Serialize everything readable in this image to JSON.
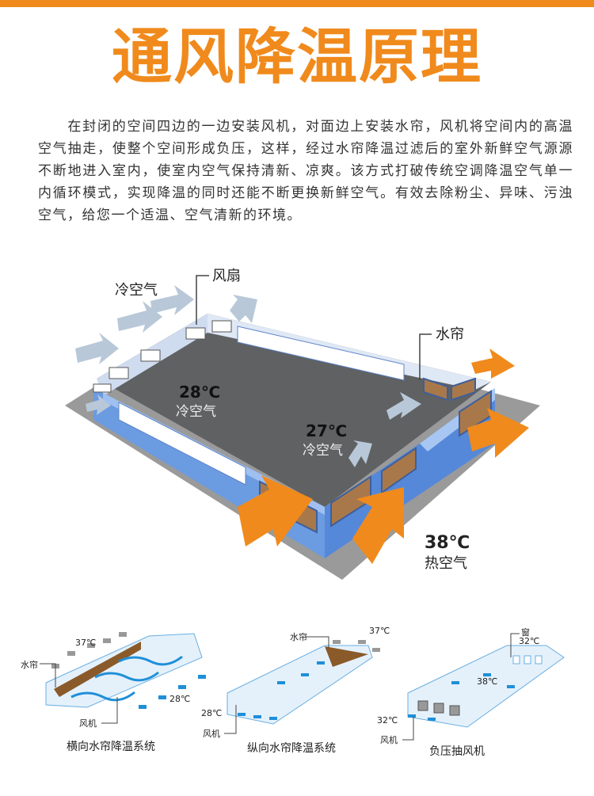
{
  "title": "通风降温原理",
  "description": "在封闭的空间四边的一边安装风机，对面边上安装水帘，风机将空间内的高温空气抽走，使整个空间形成负压，这样，经过水帘降温过滤后的室外新鲜空气源源不断地进入室内，使室内空气保持清新、凉爽。该方式打破传统空调降温空气单一内循环模式，实现降温的同时还能不断更换新鲜空气。有效去除粉尘、异味、污浊空气，给您一个适温、空气清新的环境。",
  "main_diagram": {
    "cold_air_top": "冷空气",
    "fan": "风扇",
    "water_curtain": "水帘",
    "temp_28": "28℃",
    "cold_air_28": "冷空气",
    "temp_27": "27℃",
    "cold_air_27": "冷空气",
    "temp_38": "38℃",
    "hot_air": "热空气"
  },
  "systems": [
    {
      "name": "横向水帘降温系统",
      "curtain": "水帘",
      "fan": "风机",
      "temp_in": "37℃",
      "temp_out": "28℃"
    },
    {
      "name": "纵向水帘降温系统",
      "curtain": "水帘",
      "fan": "风机",
      "temp_in": "37℃",
      "temp_out": "28℃"
    },
    {
      "name": "负压抽风机",
      "window": "窗",
      "fan": "风机",
      "temp_window": "32℃",
      "temp_inside": "38℃",
      "temp_out": "32℃"
    }
  ],
  "colors": {
    "accent": "#f08a1c",
    "wall": "#6b9be0",
    "floor": "#5f6163",
    "ground": "#9a9a9a",
    "arrow_blue": "#1f8fd8"
  }
}
